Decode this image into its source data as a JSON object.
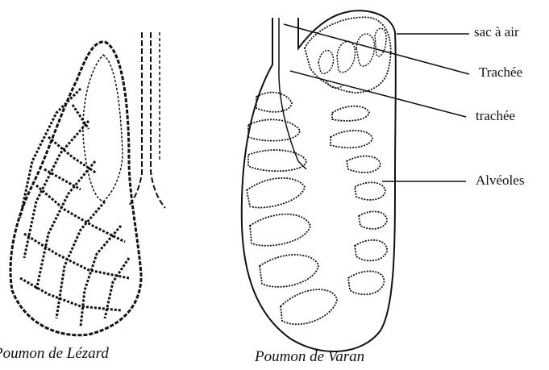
{
  "figure": {
    "left_panel": {
      "caption": "Poumon de Lézard"
    },
    "right_panel": {
      "caption": "Poumon de Varan",
      "labels": {
        "air_sac": "sac à air",
        "trachea_upper": "Trachée",
        "trachea_lower": "trachée",
        "alveoli": "Alvéoles"
      }
    }
  }
}
